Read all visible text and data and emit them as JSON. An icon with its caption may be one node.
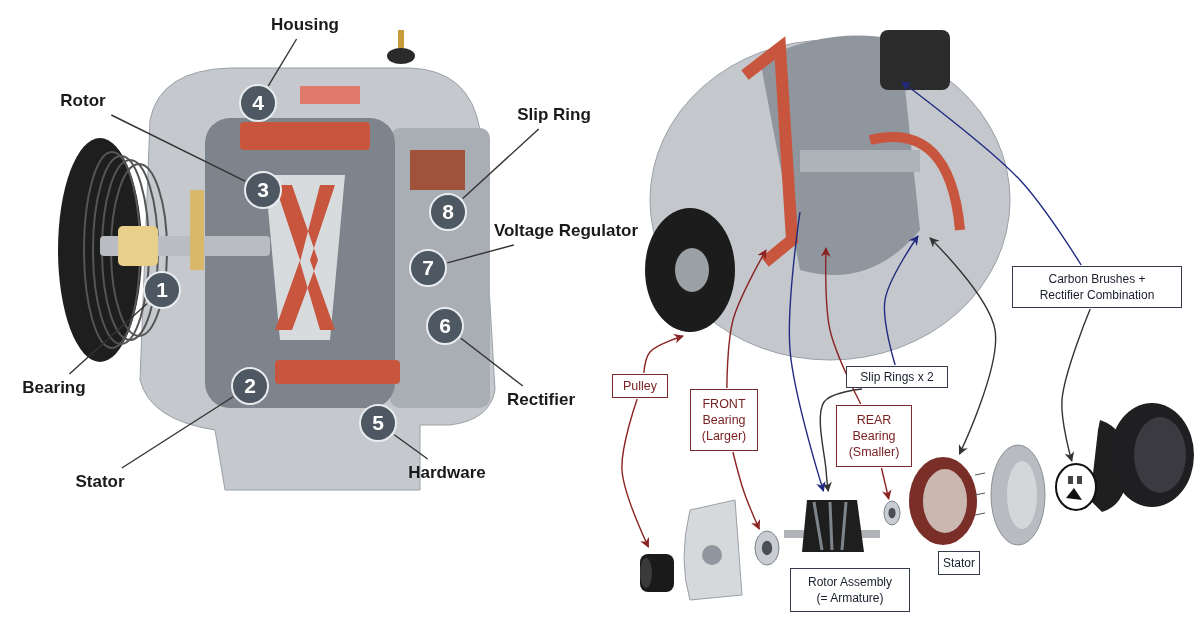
{
  "diagram": {
    "nodes": [
      {
        "text": [
          "Housing"
        ]
      },
      {
        "text": [
          "4"
        ]
      },
      {
        "text": [
          "Rotor"
        ]
      },
      {
        "text": [
          "Slip Ring"
        ]
      },
      {
        "text": [
          "3"
        ]
      },
      {
        "text": [
          "8"
        ]
      },
      {
        "text": [
          "Voltage Regulator"
        ]
      },
      {
        "text": [
          "7"
        ]
      },
      {
        "text": [
          "1"
        ]
      },
      {
        "text": [
          "6"
        ]
      },
      {
        "text": [
          "Bearing"
        ]
      },
      {
        "text": [
          "2"
        ]
      },
      {
        "text": [
          "Rectifier"
        ]
      },
      {
        "text": [
          "5"
        ]
      },
      {
        "text": [
          "Stator"
        ]
      },
      {
        "text": [
          "Hardware"
        ]
      },
      {
        "text": [
          "Carbon Brushes + Rectifier Combination"
        ]
      },
      {
        "text": [
          "Slip Rings x 2"
        ]
      },
      {
        "text": [
          "Pulley"
        ]
      },
      {
        "text": [
          "FRONT Bearing (Larger)"
        ]
      },
      {
        "text": [
          "REAR Bearing (Smaller)"
        ]
      },
      {
        "text": [],
        "shape": "picture"
      },
      {
        "text": [],
        "shape": "picture"
      },
      {
        "text": [],
        "shape": "picture"
      },
      {
        "text": [],
        "shape": "picture"
      },
      {
        "text": [],
        "shape": "picture"
      },
      {
        "text": [],
        "shape": "picture"
      },
      {
        "text": [
          "Stator"
        ]
      },
      {
        "text": [
          "Rotor Assembly (= Armature)"
        ]
      }
    ],
    "edges": [
      {
        "from": 0,
        "to": 1,
        "arrow": "none"
      },
      {
        "from": 2,
        "to": 4,
        "arrow": "none"
      },
      {
        "from": 3,
        "to": 5,
        "arrow": "none"
      },
      {
        "from": 6,
        "to": 7,
        "arrow": "none"
      },
      {
        "from": 10,
        "to": 8,
        "arrow": "none"
      },
      {
        "from": 12,
        "to": 9,
        "arrow": "none"
      },
      {
        "from": 14,
        "to": 11,
        "arrow": "none"
      },
      {
        "from": 15,
        "to": 13,
        "arrow": "none"
      },
      {
        "from": 18,
        "to": null,
        "arrow": "to",
        "color": "#8b2323"
      },
      {
        "from": 18,
        "to": 21,
        "arrow": "to",
        "color": "#8b2323"
      },
      {
        "from": 19,
        "to": null,
        "arrow": "to",
        "color": "#8b2323"
      },
      {
        "from": 19,
        "to": 22,
        "arrow": "to",
        "color": "#8b2323"
      },
      {
        "from": 17,
        "to": null,
        "arrow": "to",
        "color": "#1f2a80"
      },
      {
        "from": 17,
        "to": 23,
        "arrow": "to"
      },
      {
        "from": 20,
        "to": null,
        "arrow": "to",
        "color": "#8b2323"
      },
      {
        "from": 20,
        "to": 24,
        "arrow": "to",
        "color": "#8b2323"
      },
      {
        "from": null,
        "to": 23,
        "arrow": "to",
        "color": "#1f2a80"
      },
      {
        "from": null,
        "to": 25,
        "arrow": "both"
      },
      {
        "from": 16,
        "to": null,
        "arrow": "to",
        "color": "#1f2a80"
      },
      {
        "from": 16,
        "to": 26,
        "arrow": "to"
      }
    ]
  }
}
